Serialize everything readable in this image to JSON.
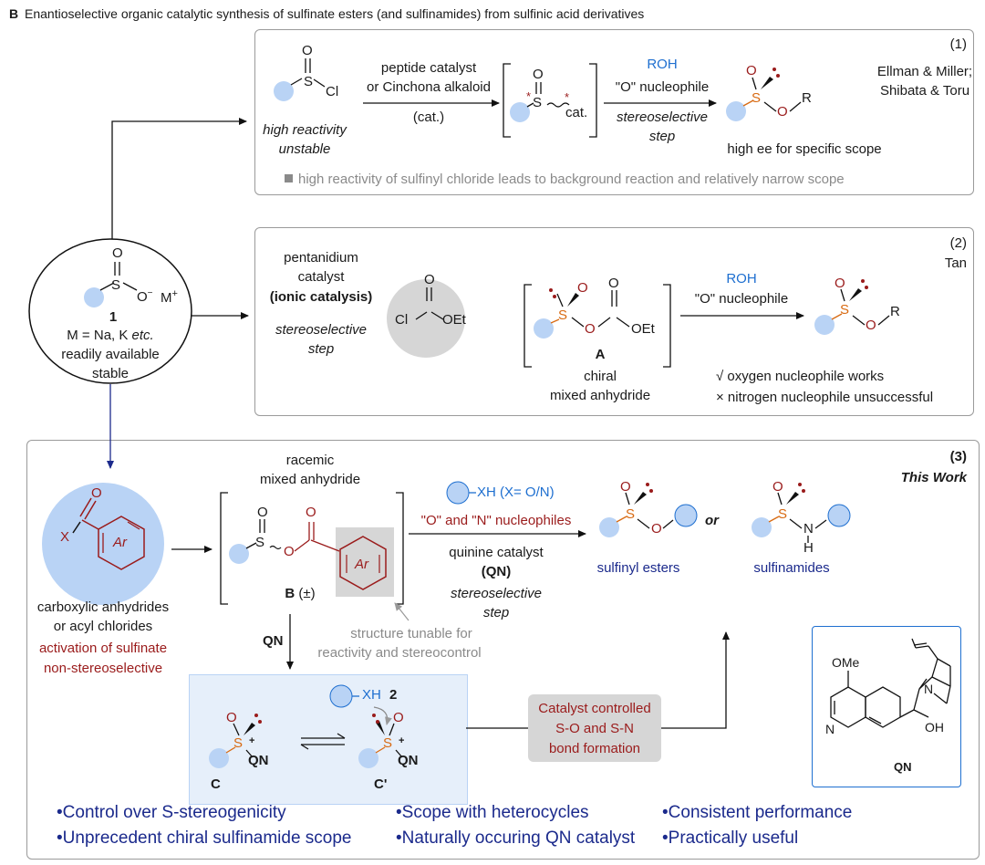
{
  "header": {
    "letter": "B",
    "title": "Enantioselective organic catalytic synthesis of sulfinate esters (and sulfinamides) from sulfinic acid derivatives"
  },
  "start": {
    "number": "1",
    "m_line_prefix": "M = Na, K ",
    "m_line_etc": "etc.",
    "line1": "readily available",
    "line2": "stable"
  },
  "panel1": {
    "number": "(1)",
    "authors_line1": "Ellman & Miller;",
    "authors_line2": "Shibata & Toru",
    "reactivity_line1": "high reactivity",
    "reactivity_line2": "unstable",
    "catalyst_line1": "peptide catalyst",
    "catalyst_line2": "or Cinchona alkaloid",
    "catalyst_line3": "(cat.)",
    "roh": "ROH",
    "nucleophile": "\"O\" nucleophile",
    "stereo_line1": "stereoselective",
    "stereo_line2": "step",
    "result": "high ee for specific scope",
    "note": "high reactivity of sulfinyl chloride leads to background reaction and relatively narrow scope",
    "cat_label": "cat."
  },
  "panel2": {
    "number": "(2)",
    "author": "Tan",
    "catalyst_line1": "pentanidium",
    "catalyst_line2": "catalyst",
    "ionic": "(ionic catalysis)",
    "stereo_line1": "stereoselective",
    "stereo_line2": "step",
    "intermediate": "A",
    "chiral_line1": "chiral",
    "chiral_line2": "mixed anhydride",
    "roh": "ROH",
    "nucleophile": "\"O\" nucleophile",
    "works": "√ oxygen nucleophile works",
    "fails": "× nitrogen nucleophile unsuccessful"
  },
  "panel3": {
    "number": "(3)",
    "this_work": "This Work",
    "racemic_line1": "racemic",
    "racemic_line2": "mixed anhydride",
    "intermediate_b": "B",
    "intermediate_b_suffix": "(±)",
    "reagent_line1": "carboxylic anhydrides",
    "reagent_line2": "or acyl chlorides",
    "activation_line1": "activation of sulfinate",
    "activation_line2": "non-stereoselective",
    "xh_label": "XH (X= O/N)",
    "nucleophiles": "\"O\" and \"N\" nucleophiles",
    "quinine_line1": "quinine catalyst",
    "quinine_line2": "(QN)",
    "stereo_line1": "stereoselective",
    "stereo_line2": "step",
    "tunable_line1": "structure tunable  for",
    "tunable_line2": "reactivity and stereocontrol",
    "esters": "sulfinyl esters",
    "or": "or",
    "amides": "sulfinamides",
    "qn_arrow": "QN",
    "xh2": "XH",
    "xh2_num": "2",
    "c_label": "C",
    "c2_label": "C'",
    "control_line1": "Catalyst controlled",
    "control_line2": "S-O and S-N",
    "control_line3": "bond formation",
    "qn_structure_label": "QN",
    "ome": "OMe",
    "oh": "OH",
    "n_label": "N",
    "bullets": [
      "Control over S-stereogenicity",
      "Scope with heterocycles",
      "Consistent performance",
      "Unprecedent chiral sulfinamide scope",
      "Naturally occuring QN catalyst",
      "Practically useful"
    ]
  },
  "colors": {
    "blue": "#1e6fd0",
    "navy": "#1b2a8c",
    "darkred": "#9a1b1b",
    "orange": "#d86a12",
    "ball": "#b9d3f5",
    "panelbg": "#e6effa"
  }
}
